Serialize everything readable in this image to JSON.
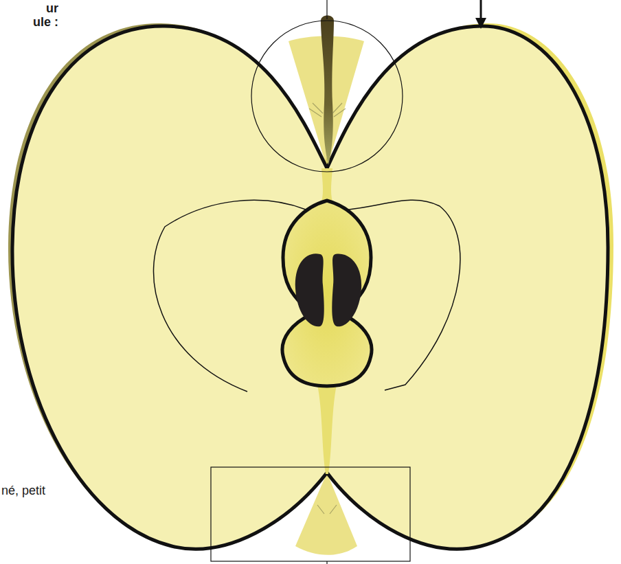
{
  "diagram": {
    "labels": [
      "ur",
      "ule :",
      "né, petit"
    ]
  }
}
